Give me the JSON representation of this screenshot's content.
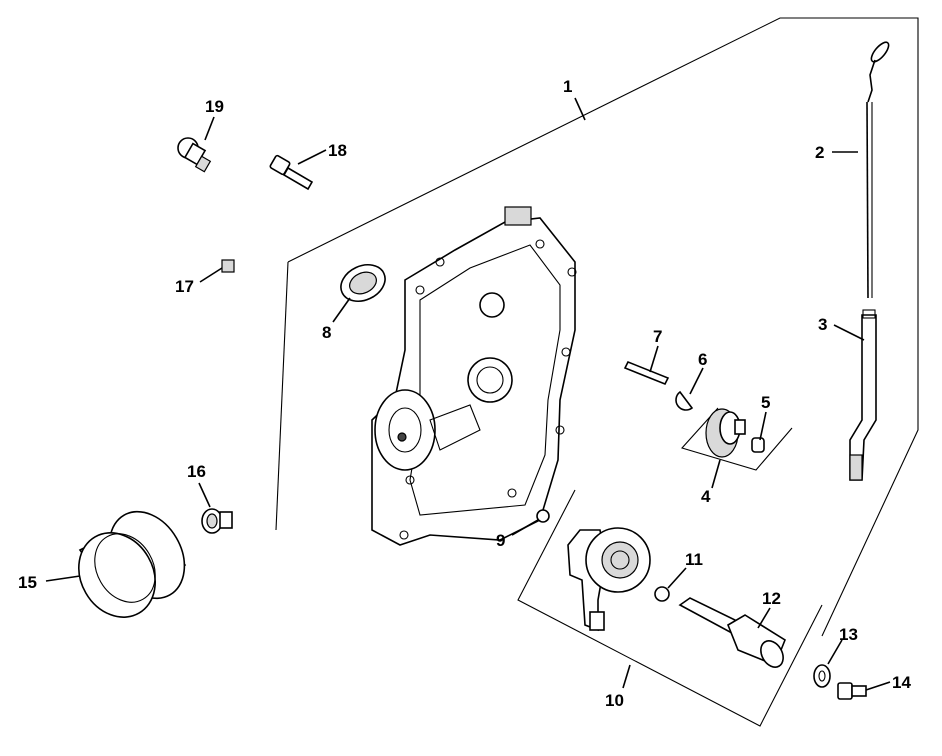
{
  "diagram": {
    "callouts": [
      {
        "id": "1",
        "text": "1"
      },
      {
        "id": "2",
        "text": "2"
      },
      {
        "id": "3",
        "text": "3"
      },
      {
        "id": "4",
        "text": "4"
      },
      {
        "id": "5",
        "text": "5"
      },
      {
        "id": "6",
        "text": "6"
      },
      {
        "id": "7",
        "text": "7"
      },
      {
        "id": "8",
        "text": "8"
      },
      {
        "id": "9",
        "text": "9"
      },
      {
        "id": "10",
        "text": "10"
      },
      {
        "id": "11",
        "text": "11"
      },
      {
        "id": "12",
        "text": "12"
      },
      {
        "id": "13",
        "text": "13"
      },
      {
        "id": "14",
        "text": "14"
      },
      {
        "id": "15",
        "text": "15"
      },
      {
        "id": "16",
        "text": "16"
      },
      {
        "id": "17",
        "text": "17"
      },
      {
        "id": "18",
        "text": "18"
      },
      {
        "id": "19",
        "text": "19"
      }
    ]
  }
}
